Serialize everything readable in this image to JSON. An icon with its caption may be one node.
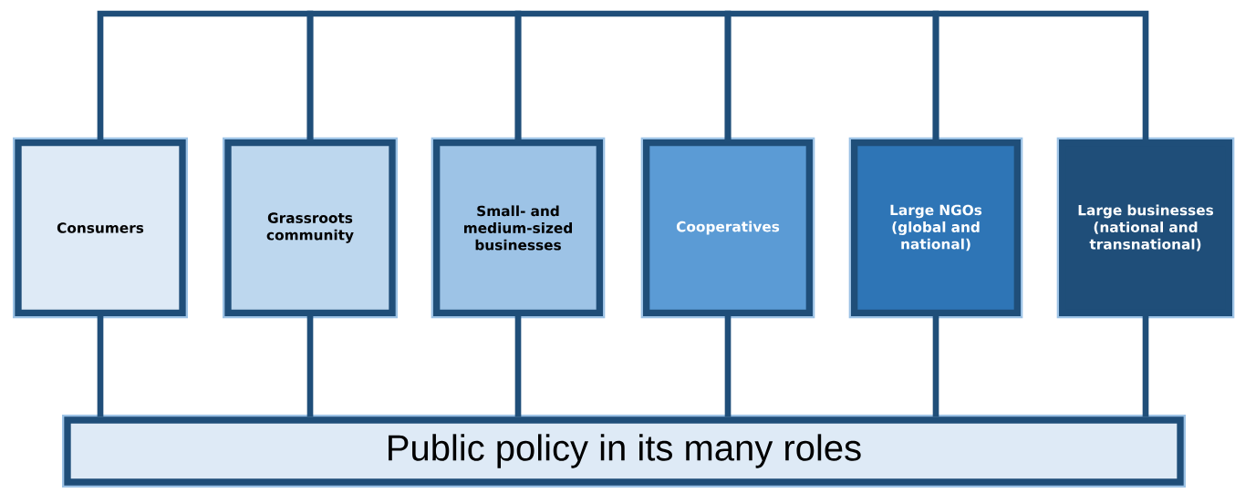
{
  "diagram": {
    "nodes": [
      {
        "text": [
          "Consumers"
        ]
      },
      {
        "text": [
          "Grassroots community"
        ]
      },
      {
        "text": [
          "Small- and medium-sized businesses"
        ]
      },
      {
        "text": [
          "Cooperatives"
        ]
      },
      {
        "text": [
          "Large NGOs (global and national)"
        ]
      },
      {
        "text": [
          "Large businesses (national and transnational)"
        ]
      },
      {
        "text": [
          "Public policy in its many roles"
        ]
      }
    ],
    "edges": [
      {
        "from": 0,
        "to": 1,
        "arrow": "none"
      },
      {
        "from": 1,
        "to": 2,
        "arrow": "none"
      },
      {
        "from": 2,
        "to": 3,
        "arrow": "none"
      },
      {
        "from": 3,
        "to": 4,
        "arrow": "none"
      },
      {
        "from": 4,
        "to": 5,
        "arrow": "none"
      },
      {
        "from": 0,
        "to": 6,
        "arrow": "none"
      },
      {
        "from": 1,
        "to": 6,
        "arrow": "none"
      },
      {
        "from": 2,
        "to": 6,
        "arrow": "none"
      },
      {
        "from": 3,
        "to": 6,
        "arrow": "none"
      },
      {
        "from": 4,
        "to": 6,
        "arrow": "none"
      },
      {
        "from": 5,
        "to": 6,
        "arrow": "none"
      }
    ]
  }
}
